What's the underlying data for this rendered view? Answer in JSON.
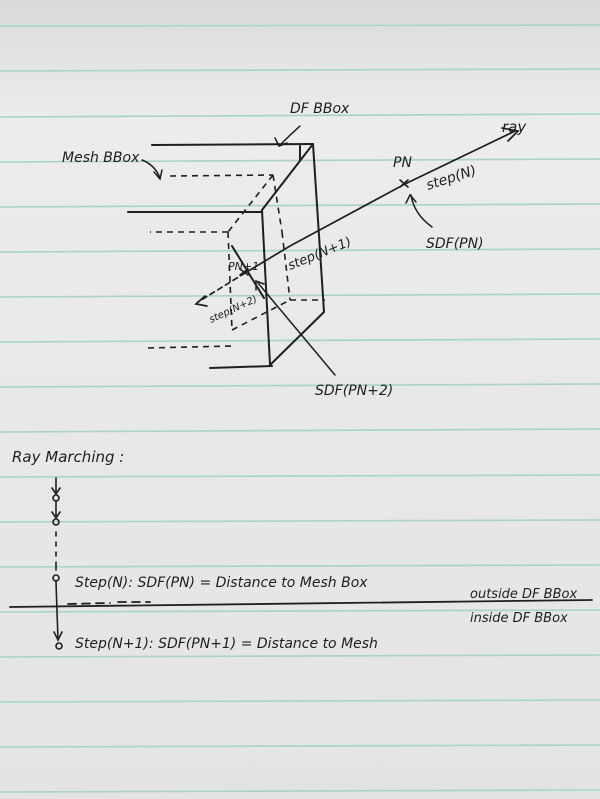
{
  "diagram": {
    "df_bbox_label": "DF BBox",
    "mesh_bbox_label": "Mesh BBox",
    "ray_label": "ray",
    "pn_label": "PN",
    "step_n_label": "step(N)",
    "sdf_pn_label": "SDF(PN)",
    "pn1_label": "PN+1",
    "step_n1_label": "step(N+1)",
    "step_n2_label": "step(N+2)",
    "sdf_pn2_label": "SDF(PN+2)"
  },
  "notes": {
    "heading": "Ray Marching :",
    "line1": "Step(N):  SDF(PN) = Distance to Mesh Box",
    "line2": "Step(N+1): SDF(PN+1) = Distance to Mesh",
    "outside_label": "outside DF BBox",
    "inside_label": "inside DF BBox"
  },
  "colors": {
    "paper": "#e9eaea",
    "rule_line": "#a9d3c4",
    "ink": "#1d1f25"
  }
}
